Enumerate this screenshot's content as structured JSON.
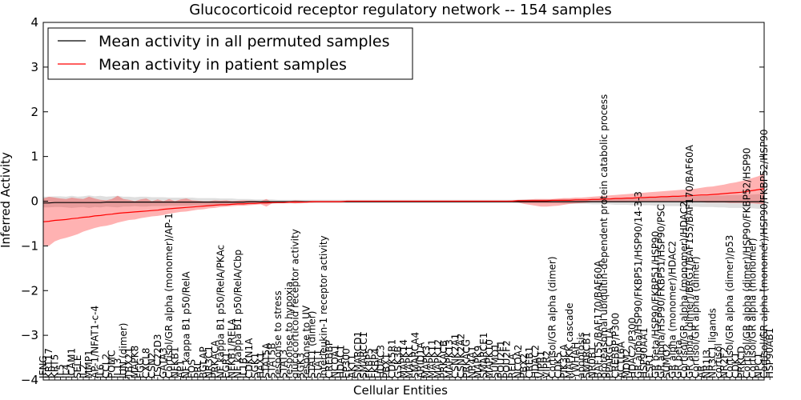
{
  "chart_data": {
    "type": "line",
    "title": "Glucocorticoid receptor regulatory network -- 154 samples",
    "xlabel": "Cellular Entities",
    "ylabel": "Inferred Activity",
    "ylim": [
      -4,
      4
    ],
    "yticks": [
      -4,
      -3,
      -2,
      -1,
      0,
      1,
      2,
      3,
      4
    ],
    "grid": false,
    "legend_position": "top-left",
    "categories": [
      "IFNG",
      "KRT17",
      "KRT5",
      "IL5",
      "IL4",
      "ICAM1",
      "SELE",
      "IL2",
      "MMP1",
      "AP-1/NFAT1-c-4",
      "IL6",
      "CCL2",
      "POMC",
      "IL13",
      "JUN (dimer)",
      "TBX21",
      "MAPK8",
      "FGG",
      "CXCL8",
      "CSN2",
      "TSC22D3",
      "GATA3",
      "Cortisol/GR alpha (monomer)/AP-1",
      "NFKB1",
      "AP1",
      "NF kappa B1 p50/RelA",
      "FOS",
      "PRL",
      "BGLAP",
      "NR3C1",
      "PRKACA",
      "NF kappa B1 p50/RelA/PKAc",
      "EGR1",
      "NFKB1/RELA",
      "NF kappa B1 p50/RelA/Cbp",
      "IL1B",
      "CDKN1A",
      "SGK1",
      "HAX1",
      "STAT5A",
      "STAT5B",
      "response to stress",
      "STAT3",
      "response to hypoxia",
      "glucocorticoid receptor activity",
      "SGK3",
      "response to UV",
      "STAT1 (dimer)",
      "STAT1",
      "interleukin-1 receptor activity",
      "CREBBP",
      "NCOA1",
      "HDAC1",
      "EP300",
      "AKT1",
      "SMARCD1",
      "SMARCC1",
      "FKBP5",
      "FKBP4",
      "HDAC3",
      "PBX1",
      "CDK5R1",
      "GSK3B",
      "MAPK14",
      "MAPK1",
      "SMARCA4",
      "ARID1A",
      "MAPK3",
      "MAPK11",
      "MAPK12",
      "PRKACB",
      "MAPK13",
      "CSNK2A1",
      "CSNK2A2",
      "PRKACG",
      "NR4A1",
      "MAPK9",
      "SMARCE1",
      "MAPK10",
      "SUMO1",
      "POU2F1",
      "POU2F2",
      "RELA",
      "NCOA2",
      "PBX2",
      "CREB1",
      "HDAC2",
      "VIPR1",
      "VIPR2",
      "Cortisol/GR alpha (dimer)",
      "CDK5",
      "PIK3CA",
      "MAPKK cascade",
      "YWHAH",
      "apoptosis",
      "SMARCB1",
      "NR0B1",
      "BAF155/BAF170/BAF60A",
      "proteasomal ubiquitin-dependent protein catabolic process",
      "PPARGC1A",
      "CREBBP/P300",
      "ACTL6A",
      "MDM2",
      "HDAC2/P300",
      "GR alpha/HSP90/FKBP51/HSP90/14-3-3",
      "HSP90AA1",
      "ESR1",
      "GR beta/HSP90/FKBP51/HSP90",
      "GR alpha/HSP90/FKBP51/HSP90/PSC",
      "SUMO2",
      "GR alpha (monomer)/HDAC2",
      "GR beta",
      "Cortisol/GR alpha (monomer)/HDAC2",
      "GR alpha (dimer)/BRG1/BAF155/BAF170/BAF60A",
      "Cortisol/GR alpha (dimer)",
      "AR",
      "NR1I3",
      "NR3C1 ligands",
      "cortisol",
      "NR2F2",
      "Cortisol/GR alpha (dimer)/p53",
      "CDK1",
      "PRKCD",
      "Cortisol/GR alpha (dimer)/HSP90/FKBP52/HSP90",
      "Cortisol/GR alpha (monomer)",
      "NPC1",
      "Cortisol/GR alpha (monomer)/HSP90/FKBP52/HSP90",
      "HSP90AB1"
    ],
    "label_stride": 1,
    "x_range": [
      0,
      126
    ],
    "series": [
      {
        "name": "Mean activity in all permuted samples",
        "color": "#000000",
        "values": [
          -0.04,
          -0.04,
          -0.03,
          -0.03,
          -0.03,
          -0.03,
          -0.03,
          -0.03,
          -0.03,
          -0.03,
          -0.03,
          -0.02,
          -0.02,
          -0.02,
          -0.02,
          -0.02,
          -0.02,
          -0.02,
          -0.02,
          -0.02,
          -0.02,
          -0.02,
          -0.02,
          -0.02,
          -0.02,
          -0.02,
          -0.02,
          -0.02,
          -0.02,
          -0.02,
          -0.02,
          -0.02,
          -0.02,
          -0.02,
          -0.02,
          -0.02,
          -0.01,
          -0.01,
          -0.01,
          -0.01,
          -0.01,
          -0.01,
          -0.01,
          -0.01,
          -0.01,
          -0.01,
          -0.01,
          -0.01,
          -0.01,
          -0.01,
          -0.01,
          -0.01,
          -0.01,
          -0.01,
          -0.01,
          -0.01,
          -0.01,
          -0.01,
          -0.01,
          -0.01,
          -0.01,
          -0.01,
          -0.01,
          -0.01,
          -0.01,
          -0.01,
          -0.01,
          -0.01,
          -0.01,
          -0.01,
          -0.01,
          -0.01,
          -0.01,
          -0.01,
          -0.01,
          -0.01,
          -0.01,
          -0.01,
          -0.01,
          -0.01,
          -0.01,
          -0.01,
          -0.01,
          -0.01,
          -0.01,
          -0.01,
          -0.01,
          -0.01,
          -0.01,
          -0.01,
          -0.01,
          -0.01,
          -0.01,
          -0.01,
          -0.01,
          -0.01,
          -0.01,
          -0.01,
          -0.01,
          -0.01,
          -0.01,
          -0.01,
          -0.01,
          -0.01,
          -0.01,
          -0.01,
          -0.01,
          -0.01,
          -0.01,
          -0.01,
          -0.01,
          -0.01,
          -0.01,
          -0.01,
          -0.01,
          -0.01,
          -0.01,
          -0.01,
          -0.01,
          -0.01,
          -0.01,
          -0.01,
          -0.01,
          -0.01,
          -0.01,
          -0.01,
          -0.01
        ],
        "lower": [
          -0.14,
          -0.14,
          -0.13,
          -0.13,
          -0.14,
          -0.15,
          -0.14,
          -0.13,
          -0.15,
          -0.13,
          -0.14,
          -0.12,
          -0.13,
          -0.14,
          -0.12,
          -0.12,
          -0.11,
          -0.12,
          -0.12,
          -0.11,
          -0.11,
          -0.11,
          -0.1,
          -0.1,
          -0.1,
          -0.1,
          -0.1,
          -0.09,
          -0.09,
          -0.09,
          -0.09,
          -0.08,
          -0.08,
          -0.08,
          -0.07,
          -0.07,
          -0.07,
          -0.06,
          -0.06,
          -0.06,
          -0.06,
          -0.05,
          -0.05,
          -0.05,
          -0.05,
          -0.05,
          -0.04,
          -0.04,
          -0.04,
          -0.04,
          -0.04,
          -0.04,
          -0.04,
          -0.04,
          -0.04,
          -0.04,
          -0.04,
          -0.04,
          -0.04,
          -0.04,
          -0.04,
          -0.04,
          -0.04,
          -0.04,
          -0.04,
          -0.04,
          -0.04,
          -0.04,
          -0.04,
          -0.04,
          -0.04,
          -0.04,
          -0.04,
          -0.04,
          -0.04,
          -0.04,
          -0.04,
          -0.04,
          -0.04,
          -0.04,
          -0.04,
          -0.04,
          -0.04,
          -0.04,
          -0.05,
          -0.05,
          -0.05,
          -0.05,
          -0.05,
          -0.05,
          -0.05,
          -0.06,
          -0.06,
          -0.06,
          -0.06,
          -0.06,
          -0.07,
          -0.07,
          -0.07,
          -0.07,
          -0.08,
          -0.08,
          -0.08,
          -0.09,
          -0.09,
          -0.09,
          -0.09,
          -0.1,
          -0.1,
          -0.11,
          -0.11,
          -0.11,
          -0.12,
          -0.12,
          -0.12,
          -0.13,
          -0.13,
          -0.13,
          -0.14,
          -0.14,
          -0.15,
          -0.15,
          -0.15,
          -0.16,
          -0.16,
          -0.17,
          -0.17
        ],
        "upper": [
          0.1,
          0.1,
          0.11,
          0.11,
          0.1,
          0.12,
          0.1,
          0.11,
          0.13,
          0.11,
          0.12,
          0.1,
          0.11,
          0.12,
          0.1,
          0.1,
          0.09,
          0.1,
          0.1,
          0.09,
          0.09,
          0.09,
          0.08,
          0.08,
          0.08,
          0.08,
          0.08,
          0.07,
          0.07,
          0.07,
          0.07,
          0.06,
          0.06,
          0.06,
          0.05,
          0.05,
          0.05,
          0.04,
          0.04,
          0.04,
          0.04,
          0.03,
          0.03,
          0.03,
          0.03,
          0.03,
          0.03,
          0.03,
          0.03,
          0.03,
          0.03,
          0.03,
          0.03,
          0.03,
          0.03,
          0.03,
          0.03,
          0.03,
          0.03,
          0.03,
          0.03,
          0.03,
          0.03,
          0.03,
          0.03,
          0.03,
          0.03,
          0.03,
          0.03,
          0.03,
          0.03,
          0.03,
          0.03,
          0.03,
          0.03,
          0.03,
          0.03,
          0.03,
          0.03,
          0.03,
          0.03,
          0.03,
          0.03,
          0.03,
          0.04,
          0.04,
          0.04,
          0.04,
          0.04,
          0.04,
          0.04,
          0.05,
          0.05,
          0.05,
          0.05,
          0.05,
          0.06,
          0.06,
          0.06,
          0.06,
          0.07,
          0.07,
          0.07,
          0.08,
          0.08,
          0.08,
          0.08,
          0.09,
          0.09,
          0.1,
          0.1,
          0.1,
          0.11,
          0.11,
          0.11,
          0.12,
          0.12,
          0.12,
          0.13,
          0.13,
          0.14,
          0.14,
          0.14,
          0.15,
          0.15,
          0.16,
          0.16
        ]
      },
      {
        "name": "Mean activity in patient samples",
        "color": "#ff0000",
        "values": [
          -0.46,
          -0.45,
          -0.43,
          -0.42,
          -0.41,
          -0.39,
          -0.38,
          -0.36,
          -0.35,
          -0.33,
          -0.32,
          -0.3,
          -0.29,
          -0.27,
          -0.26,
          -0.25,
          -0.24,
          -0.23,
          -0.22,
          -0.21,
          -0.2,
          -0.18,
          -0.17,
          -0.16,
          -0.15,
          -0.14,
          -0.13,
          -0.12,
          -0.11,
          -0.1,
          -0.09,
          -0.08,
          -0.08,
          -0.07,
          -0.06,
          -0.06,
          -0.05,
          -0.05,
          -0.04,
          -0.04,
          -0.03,
          -0.03,
          -0.03,
          -0.02,
          -0.02,
          -0.02,
          -0.02,
          -0.01,
          -0.01,
          -0.01,
          -0.01,
          -0.01,
          -0.01,
          0.0,
          0.0,
          0.0,
          0.0,
          0.0,
          0.0,
          0.0,
          0.0,
          0.0,
          0.0,
          0.0,
          0.0,
          0.0,
          0.0,
          0.0,
          0.0,
          0.0,
          0.0,
          0.0,
          0.0,
          0.0,
          0.0,
          0.0,
          0.0,
          0.0,
          0.0,
          0.0,
          0.0,
          0.0,
          0.0,
          0.01,
          0.01,
          0.01,
          0.01,
          0.01,
          0.01,
          0.02,
          0.02,
          0.02,
          0.02,
          0.03,
          0.03,
          0.03,
          0.04,
          0.04,
          0.05,
          0.05,
          0.06,
          0.06,
          0.07,
          0.07,
          0.08,
          0.08,
          0.09,
          0.09,
          0.1,
          0.1,
          0.11,
          0.11,
          0.12,
          0.12,
          0.13,
          0.14,
          0.14,
          0.15,
          0.16,
          0.17,
          0.18,
          0.19,
          0.2,
          0.22,
          0.24,
          0.26,
          0.28
        ],
        "lower": [
          -0.98,
          -1.0,
          -0.9,
          -0.85,
          -0.82,
          -0.78,
          -0.74,
          -0.68,
          -0.64,
          -0.6,
          -0.57,
          -0.55,
          -0.52,
          -0.48,
          -0.45,
          -0.42,
          -0.41,
          -0.38,
          -0.36,
          -0.34,
          -0.33,
          -0.31,
          -0.28,
          -0.26,
          -0.24,
          -0.23,
          -0.21,
          -0.19,
          -0.18,
          -0.16,
          -0.15,
          -0.13,
          -0.12,
          -0.11,
          -0.1,
          -0.1,
          -0.09,
          -0.08,
          -0.07,
          -0.12,
          -0.05,
          -0.04,
          -0.04,
          -0.04,
          -0.05,
          -0.04,
          -0.03,
          -0.03,
          -0.02,
          -0.02,
          -0.02,
          -0.02,
          -0.02,
          -0.01,
          -0.01,
          -0.01,
          -0.01,
          -0.01,
          -0.01,
          -0.01,
          -0.01,
          -0.01,
          -0.01,
          -0.01,
          -0.01,
          -0.01,
          -0.01,
          -0.01,
          -0.01,
          -0.01,
          -0.01,
          -0.01,
          -0.01,
          -0.01,
          -0.01,
          -0.01,
          -0.01,
          -0.01,
          -0.01,
          -0.01,
          -0.01,
          -0.01,
          -0.02,
          -0.03,
          -0.06,
          -0.08,
          -0.1,
          -0.12,
          -0.12,
          -0.11,
          -0.1,
          -0.08,
          -0.06,
          -0.05,
          -0.04,
          -0.03,
          -0.02,
          -0.02,
          -0.02,
          -0.02,
          -0.02,
          -0.02,
          -0.02,
          -0.01,
          -0.01,
          -0.01,
          -0.01,
          -0.01,
          -0.01,
          -0.01,
          -0.01,
          -0.02,
          -0.02,
          -0.02,
          -0.02,
          -0.02,
          -0.03,
          -0.03,
          -0.03,
          -0.03,
          -0.04,
          -0.04,
          -0.04,
          -0.05,
          -0.05,
          -0.06,
          -0.06
        ],
        "upper": [
          0.06,
          0.1,
          0.08,
          0.06,
          0.05,
          0.08,
          0.06,
          0.05,
          0.1,
          0.06,
          0.03,
          0.02,
          0.05,
          0.12,
          0.05,
          0.03,
          0.0,
          0.04,
          0.06,
          0.0,
          0.04,
          0.0,
          0.05,
          0.0,
          0.04,
          0.06,
          0.02,
          0.01,
          0.0,
          0.0,
          0.02,
          0.01,
          0.02,
          0.0,
          0.01,
          0.02,
          0.01,
          0.01,
          0.0,
          0.05,
          -0.02,
          0.0,
          -0.01,
          0.0,
          0.02,
          0.01,
          0.0,
          0.01,
          0.01,
          0.01,
          0.01,
          0.01,
          0.01,
          0.01,
          0.01,
          0.01,
          0.01,
          0.01,
          0.01,
          0.01,
          0.01,
          0.01,
          0.01,
          0.01,
          0.01,
          0.01,
          0.01,
          0.01,
          0.01,
          0.01,
          0.01,
          0.01,
          0.01,
          0.01,
          0.01,
          0.01,
          0.01,
          0.01,
          0.01,
          0.01,
          0.01,
          0.01,
          0.02,
          0.03,
          0.03,
          0.04,
          0.05,
          0.05,
          0.05,
          0.05,
          0.06,
          0.07,
          0.07,
          0.08,
          0.08,
          0.09,
          0.1,
          0.11,
          0.12,
          0.13,
          0.14,
          0.15,
          0.16,
          0.17,
          0.18,
          0.19,
          0.2,
          0.21,
          0.22,
          0.23,
          0.24,
          0.25,
          0.26,
          0.27,
          0.28,
          0.3,
          0.32,
          0.33,
          0.35,
          0.37,
          0.4,
          0.42,
          0.45,
          0.48,
          0.52,
          0.56,
          0.62
        ]
      }
    ]
  }
}
